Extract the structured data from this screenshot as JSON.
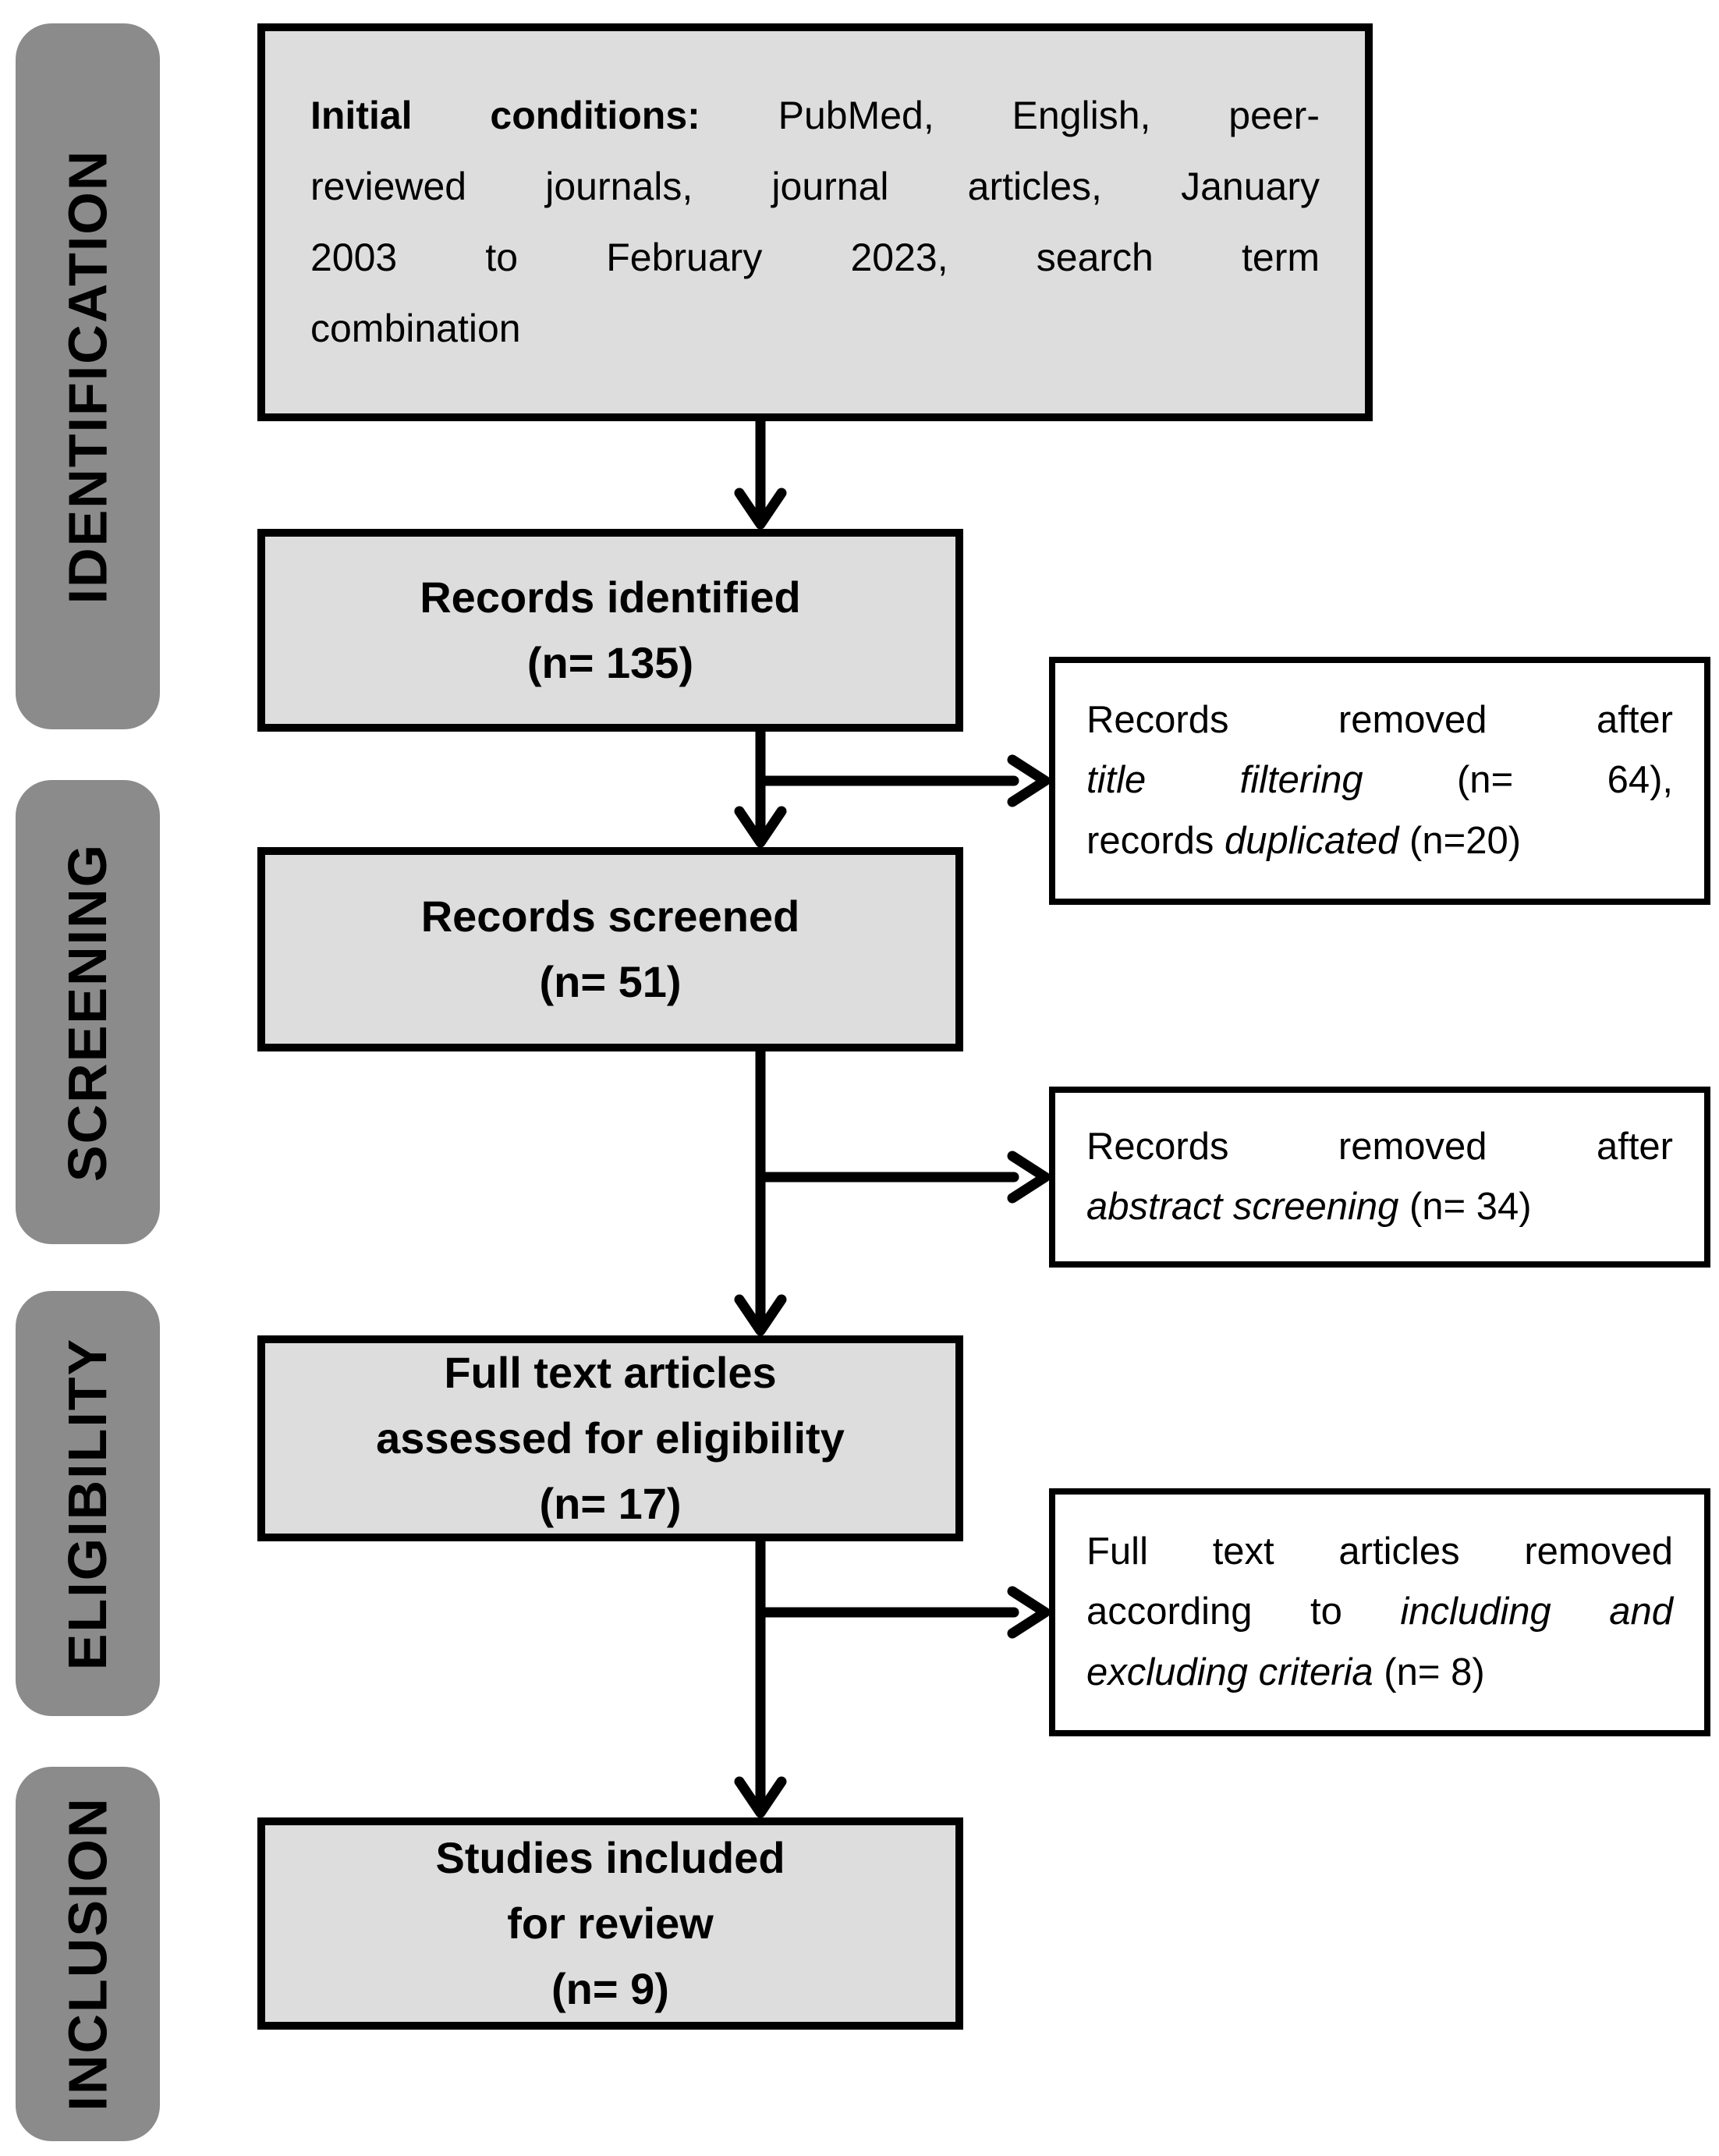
{
  "figure_type": "PRISMA literature selection flow diagram",
  "sidebar": {
    "stages": [
      {
        "label": "IDENTIFICATION"
      },
      {
        "label": "SCREENING"
      },
      {
        "label": "ELIGIBILITY"
      },
      {
        "label": "INCLUSION"
      }
    ]
  },
  "flow": {
    "initial_conditions": {
      "lines": [
        [
          {
            "t": "Initial conditions:",
            "s": "b"
          },
          {
            "t": " PubMed, English, peer-",
            "s": "n"
          }
        ],
        [
          {
            "t": "reviewed journals, journal articles, January",
            "s": "n"
          }
        ],
        [
          {
            "t": "2003 to February 2023, search term",
            "s": "n"
          }
        ],
        [
          {
            "t": "combination",
            "s": "n"
          }
        ]
      ]
    },
    "records_identified": {
      "lines": [
        "Records identified",
        "(n= 135)"
      ],
      "n": 135
    },
    "records_screened": {
      "lines": [
        "Records screened",
        "(n= 51)"
      ],
      "n": 51
    },
    "full_text_assessed": {
      "lines": [
        "Full text articles",
        "assessed for eligibility",
        "(n= 17)"
      ],
      "n": 17
    },
    "studies_included": {
      "lines": [
        "Studies included",
        "for review",
        "(n= 9)"
      ],
      "n": 9
    }
  },
  "exclusions": {
    "title_filtering": {
      "lines": [
        [
          {
            "t": "Records removed after",
            "s": "n"
          }
        ],
        [
          {
            "t": "title filtering",
            "s": "i"
          },
          {
            "t": " (n= 64),",
            "s": "n"
          }
        ],
        [
          {
            "t": "records ",
            "s": "n"
          },
          {
            "t": "duplicated",
            "s": "i"
          },
          {
            "t": " (n=20)",
            "s": "n"
          }
        ]
      ],
      "n_title_filtering": 64,
      "n_duplicated": 20
    },
    "abstract_screening": {
      "lines": [
        [
          {
            "t": "Records removed after",
            "s": "n"
          }
        ],
        [
          {
            "t": "abstract screening",
            "s": "i"
          },
          {
            "t": " (n= 34)",
            "s": "n"
          }
        ]
      ],
      "n": 34
    },
    "criteria": {
      "lines": [
        [
          {
            "t": "Full text articles removed",
            "s": "n"
          }
        ],
        [
          {
            "t": "according to ",
            "s": "n"
          },
          {
            "t": "including and",
            "s": "i"
          }
        ],
        [
          {
            "t": "excluding criteria",
            "s": "i"
          },
          {
            "t": " (n= 8)",
            "s": "n"
          }
        ]
      ],
      "n": 8
    }
  },
  "colors": {
    "stage-fill": "#8b8b8b",
    "box-fill": "#dddddd",
    "box-border": "#000000",
    "exclusion-fill": "#ffffff",
    "line": "#000000",
    "text": "#000000",
    "background": "#ffffff"
  }
}
